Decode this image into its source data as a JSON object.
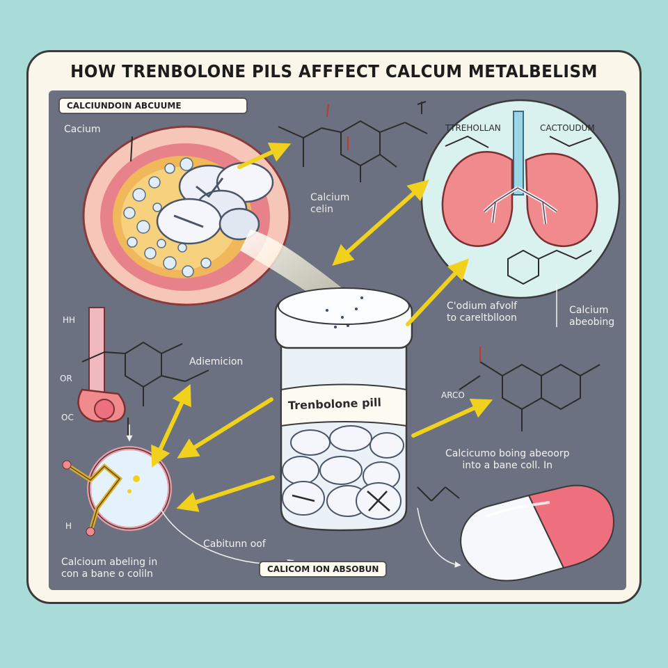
{
  "title": "HOW TRENBOLONE PILS AFFFECT  CALCUM METALBELISM",
  "labels": {
    "top_tag": "CALCIUNDOIN   ABCUUME",
    "calcium": "Cacium",
    "calcium_celln": "Calcium\ncelin",
    "tag_trenbolan": "TTREHOLLAN",
    "tag_cactoudum": "CACTOUDUM",
    "adiemiom": "Adiemicion",
    "codium": "C'odium afvolf\nto careltblloon",
    "calcium_absorbing": "Calcium\nabeobing",
    "jar_label": "Trenbolone pill",
    "calcium_bone_right": "Calcicumo boing abeoorp\ninto a bane coll. In",
    "calcium_bone_left": "Calcioum abeling in\ncon a bane o coliln",
    "calcium_ion": "Cabitunn oof",
    "bottom_tag": "CALICOM ION ABSOBUN",
    "chem_hh": "HH",
    "chem_oro": "OR",
    "chem_oc": "OC",
    "chem_arco": "ARCO",
    "chem_h": "H"
  },
  "colors": {
    "background": "#a9dcd9",
    "card": "#fbf6ea",
    "panel": "#6b7180",
    "arrow": "#f0d21e",
    "lung": "#f08a8c",
    "pill": "#f4f6fb",
    "capsule_red": "#ee6f7e"
  },
  "icons": [
    "bone-cross-section-icon",
    "lungs-icon",
    "pill-jar-icon",
    "capsule-icon",
    "bone-cell-icon",
    "molecule-icon"
  ]
}
